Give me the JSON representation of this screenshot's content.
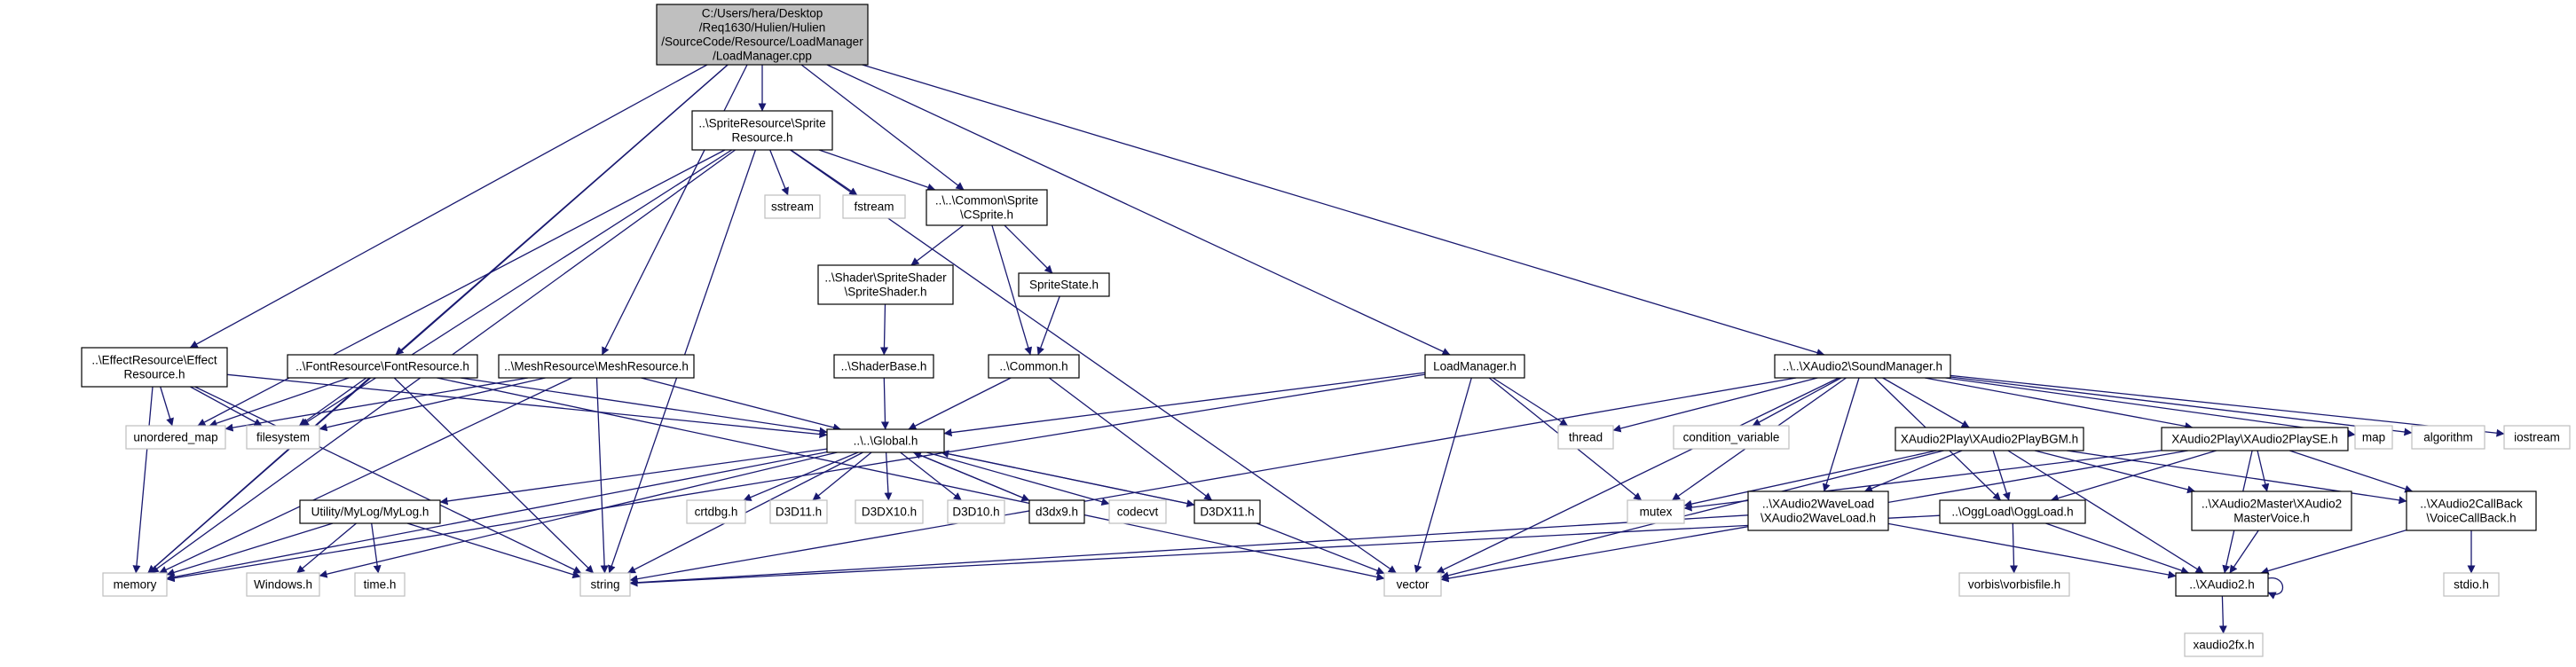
{
  "colors": {
    "edge": "#191970",
    "root_fill": "#bfbfbf",
    "root_stroke": "#000000",
    "project_stroke": "#000000",
    "external_stroke": "#bfbfbf",
    "background": "#ffffff"
  },
  "nodes": [
    {
      "id": "root",
      "kind": "root",
      "lines": [
        "C:/Users/hera/Desktop",
        "/Req1630/Hulien/Hulien",
        "/SourceCode/Resource/LoadManager",
        "/LoadManager.cpp"
      ]
    },
    {
      "id": "spriteres",
      "kind": "project",
      "lines": [
        "..\\SpriteResource\\Sprite",
        "Resource.h"
      ]
    },
    {
      "id": "csprite",
      "kind": "project",
      "lines": [
        "..\\..\\Common\\Sprite",
        "\\CSprite.h"
      ]
    },
    {
      "id": "spriteshader",
      "kind": "project",
      "lines": [
        "..\\Shader\\SpriteShader",
        "\\SpriteShader.h"
      ]
    },
    {
      "id": "spritestate",
      "kind": "project",
      "lines": [
        "SpriteState.h"
      ]
    },
    {
      "id": "shaderbase",
      "kind": "project",
      "lines": [
        "..\\ShaderBase.h"
      ]
    },
    {
      "id": "commonh",
      "kind": "project",
      "lines": [
        "..\\Common.h"
      ]
    },
    {
      "id": "sstream",
      "kind": "external",
      "lines": [
        "sstream"
      ]
    },
    {
      "id": "fstream",
      "kind": "external",
      "lines": [
        "fstream"
      ]
    },
    {
      "id": "effectres",
      "kind": "project",
      "lines": [
        "..\\EffectResource\\Effect",
        "Resource.h"
      ]
    },
    {
      "id": "fontres",
      "kind": "project",
      "lines": [
        "..\\FontResource\\FontResource.h"
      ]
    },
    {
      "id": "meshres",
      "kind": "project",
      "lines": [
        "..\\MeshResource\\MeshResource.h"
      ]
    },
    {
      "id": "loadmgr",
      "kind": "project",
      "lines": [
        "LoadManager.h"
      ]
    },
    {
      "id": "soundmgr",
      "kind": "project",
      "lines": [
        "..\\..\\XAudio2\\SoundManager.h"
      ]
    },
    {
      "id": "unordered_map",
      "kind": "external",
      "lines": [
        "unordered_map"
      ]
    },
    {
      "id": "filesystem",
      "kind": "external",
      "lines": [
        "filesystem"
      ]
    },
    {
      "id": "global",
      "kind": "project",
      "lines": [
        "..\\..\\Global.h"
      ]
    },
    {
      "id": "thread",
      "kind": "external",
      "lines": [
        "thread"
      ]
    },
    {
      "id": "condvar",
      "kind": "external",
      "lines": [
        "condition_variable"
      ]
    },
    {
      "id": "playbgm",
      "kind": "project",
      "lines": [
        "XAudio2Play\\XAudio2PlayBGM.h"
      ]
    },
    {
      "id": "playse",
      "kind": "project",
      "lines": [
        "XAudio2Play\\XAudio2PlaySE.h"
      ]
    },
    {
      "id": "map",
      "kind": "external",
      "lines": [
        "map"
      ]
    },
    {
      "id": "algorithm",
      "kind": "external",
      "lines": [
        "algorithm"
      ]
    },
    {
      "id": "iostream",
      "kind": "external",
      "lines": [
        "iostream"
      ]
    },
    {
      "id": "mylog",
      "kind": "project",
      "lines": [
        "Utility/MyLog/MyLog.h"
      ]
    },
    {
      "id": "crtdbg",
      "kind": "external",
      "lines": [
        "crtdbg.h"
      ]
    },
    {
      "id": "d3d11",
      "kind": "external",
      "lines": [
        "D3D11.h"
      ]
    },
    {
      "id": "d3dx10",
      "kind": "external",
      "lines": [
        "D3DX10.h"
      ]
    },
    {
      "id": "d3d10",
      "kind": "external",
      "lines": [
        "D3D10.h"
      ]
    },
    {
      "id": "d3dx9",
      "kind": "project",
      "lines": [
        "d3dx9.h"
      ]
    },
    {
      "id": "codecvt",
      "kind": "external",
      "lines": [
        "codecvt"
      ]
    },
    {
      "id": "d3dx11",
      "kind": "project",
      "lines": [
        "D3DX11.h"
      ]
    },
    {
      "id": "mutex",
      "kind": "external",
      "lines": [
        "mutex"
      ]
    },
    {
      "id": "waveload",
      "kind": "project",
      "lines": [
        "..\\XAudio2WaveLoad",
        "\\XAudio2WaveLoad.h"
      ]
    },
    {
      "id": "oggload",
      "kind": "project",
      "lines": [
        "..\\OggLoad\\OggLoad.h"
      ]
    },
    {
      "id": "mastervoice",
      "kind": "project",
      "lines": [
        "..\\XAudio2Master\\XAudio2",
        "MasterVoice.h"
      ]
    },
    {
      "id": "callback",
      "kind": "project",
      "lines": [
        "..\\XAudio2CallBack",
        "\\VoiceCallBack.h"
      ]
    },
    {
      "id": "memory",
      "kind": "external",
      "lines": [
        "memory"
      ]
    },
    {
      "id": "windows",
      "kind": "external",
      "lines": [
        "Windows.h"
      ]
    },
    {
      "id": "timeh",
      "kind": "external",
      "lines": [
        "time.h"
      ]
    },
    {
      "id": "string",
      "kind": "external",
      "lines": [
        "string"
      ]
    },
    {
      "id": "vector",
      "kind": "external",
      "lines": [
        "vector"
      ]
    },
    {
      "id": "vorbis",
      "kind": "external",
      "lines": [
        "vorbis\\vorbisfile.h"
      ]
    },
    {
      "id": "xaudio2",
      "kind": "project",
      "lines": [
        "..\\XAudio2.h"
      ]
    },
    {
      "id": "stdio",
      "kind": "external",
      "lines": [
        "stdio.h"
      ]
    },
    {
      "id": "xaudio2fx",
      "kind": "external",
      "lines": [
        "xaudio2fx.h"
      ]
    }
  ],
  "edges": [
    [
      "root",
      "spriteres"
    ],
    [
      "root",
      "csprite"
    ],
    [
      "root",
      "effectres"
    ],
    [
      "root",
      "fontres"
    ],
    [
      "root",
      "meshres"
    ],
    [
      "root",
      "loadmgr"
    ],
    [
      "root",
      "soundmgr"
    ],
    [
      "root",
      "memory"
    ],
    [
      "spriteres",
      "csprite"
    ],
    [
      "spriteres",
      "sstream"
    ],
    [
      "spriteres",
      "fstream"
    ],
    [
      "spriteres",
      "string"
    ],
    [
      "spriteres",
      "vector"
    ],
    [
      "spriteres",
      "memory"
    ],
    [
      "spriteres",
      "unordered_map"
    ],
    [
      "spriteres",
      "filesystem"
    ],
    [
      "csprite",
      "spriteshader"
    ],
    [
      "csprite",
      "spritestate"
    ],
    [
      "csprite",
      "commonh"
    ],
    [
      "spriteshader",
      "shaderbase"
    ],
    [
      "spritestate",
      "commonh"
    ],
    [
      "shaderbase",
      "global"
    ],
    [
      "commonh",
      "global"
    ],
    [
      "commonh",
      "d3dx11"
    ],
    [
      "effectres",
      "unordered_map"
    ],
    [
      "effectres",
      "filesystem"
    ],
    [
      "effectres",
      "global"
    ],
    [
      "effectres",
      "memory"
    ],
    [
      "effectres",
      "string"
    ],
    [
      "fontres",
      "unordered_map"
    ],
    [
      "fontres",
      "filesystem"
    ],
    [
      "fontres",
      "global"
    ],
    [
      "fontres",
      "memory"
    ],
    [
      "fontres",
      "string"
    ],
    [
      "fontres",
      "vector"
    ],
    [
      "meshres",
      "unordered_map"
    ],
    [
      "meshres",
      "filesystem"
    ],
    [
      "meshres",
      "global"
    ],
    [
      "meshres",
      "memory"
    ],
    [
      "meshres",
      "string"
    ],
    [
      "loadmgr",
      "global"
    ],
    [
      "loadmgr",
      "thread"
    ],
    [
      "loadmgr",
      "mutex"
    ],
    [
      "loadmgr",
      "vector"
    ],
    [
      "loadmgr",
      "memory"
    ],
    [
      "soundmgr",
      "thread"
    ],
    [
      "soundmgr",
      "condvar"
    ],
    [
      "soundmgr",
      "playbgm"
    ],
    [
      "soundmgr",
      "playse"
    ],
    [
      "soundmgr",
      "map"
    ],
    [
      "soundmgr",
      "algorithm"
    ],
    [
      "soundmgr",
      "iostream"
    ],
    [
      "soundmgr",
      "mutex"
    ],
    [
      "soundmgr",
      "waveload"
    ],
    [
      "soundmgr",
      "oggload"
    ],
    [
      "soundmgr",
      "vector"
    ],
    [
      "soundmgr",
      "string"
    ],
    [
      "global",
      "mylog"
    ],
    [
      "global",
      "crtdbg"
    ],
    [
      "global",
      "d3d11"
    ],
    [
      "global",
      "d3dx10"
    ],
    [
      "global",
      "d3d10"
    ],
    [
      "global",
      "d3dx9"
    ],
    [
      "global",
      "codecvt"
    ],
    [
      "global",
      "d3dx11"
    ],
    [
      "global",
      "windows"
    ],
    [
      "global",
      "memory"
    ],
    [
      "global",
      "string"
    ],
    [
      "d3dx9",
      "global"
    ],
    [
      "d3dx11",
      "global"
    ],
    [
      "d3dx11",
      "vector"
    ],
    [
      "mylog",
      "memory"
    ],
    [
      "mylog",
      "windows"
    ],
    [
      "mylog",
      "timeh"
    ],
    [
      "mylog",
      "string"
    ],
    [
      "playbgm",
      "mutex"
    ],
    [
      "playbgm",
      "waveload"
    ],
    [
      "playbgm",
      "oggload"
    ],
    [
      "playbgm",
      "xaudio2"
    ],
    [
      "playbgm",
      "mastervoice"
    ],
    [
      "playbgm",
      "callback"
    ],
    [
      "playbgm",
      "vector"
    ],
    [
      "playse",
      "mutex"
    ],
    [
      "playse",
      "oggload"
    ],
    [
      "playse",
      "mastervoice"
    ],
    [
      "playse",
      "callback"
    ],
    [
      "playse",
      "xaudio2"
    ],
    [
      "playse",
      "vector"
    ],
    [
      "waveload",
      "xaudio2"
    ],
    [
      "waveload",
      "string"
    ],
    [
      "oggload",
      "xaudio2"
    ],
    [
      "oggload",
      "vorbis"
    ],
    [
      "oggload",
      "string"
    ],
    [
      "mastervoice",
      "xaudio2"
    ],
    [
      "callback",
      "xaudio2"
    ],
    [
      "callback",
      "stdio"
    ],
    [
      "xaudio2",
      "xaudio2"
    ],
    [
      "xaudio2",
      "xaudio2fx"
    ]
  ]
}
